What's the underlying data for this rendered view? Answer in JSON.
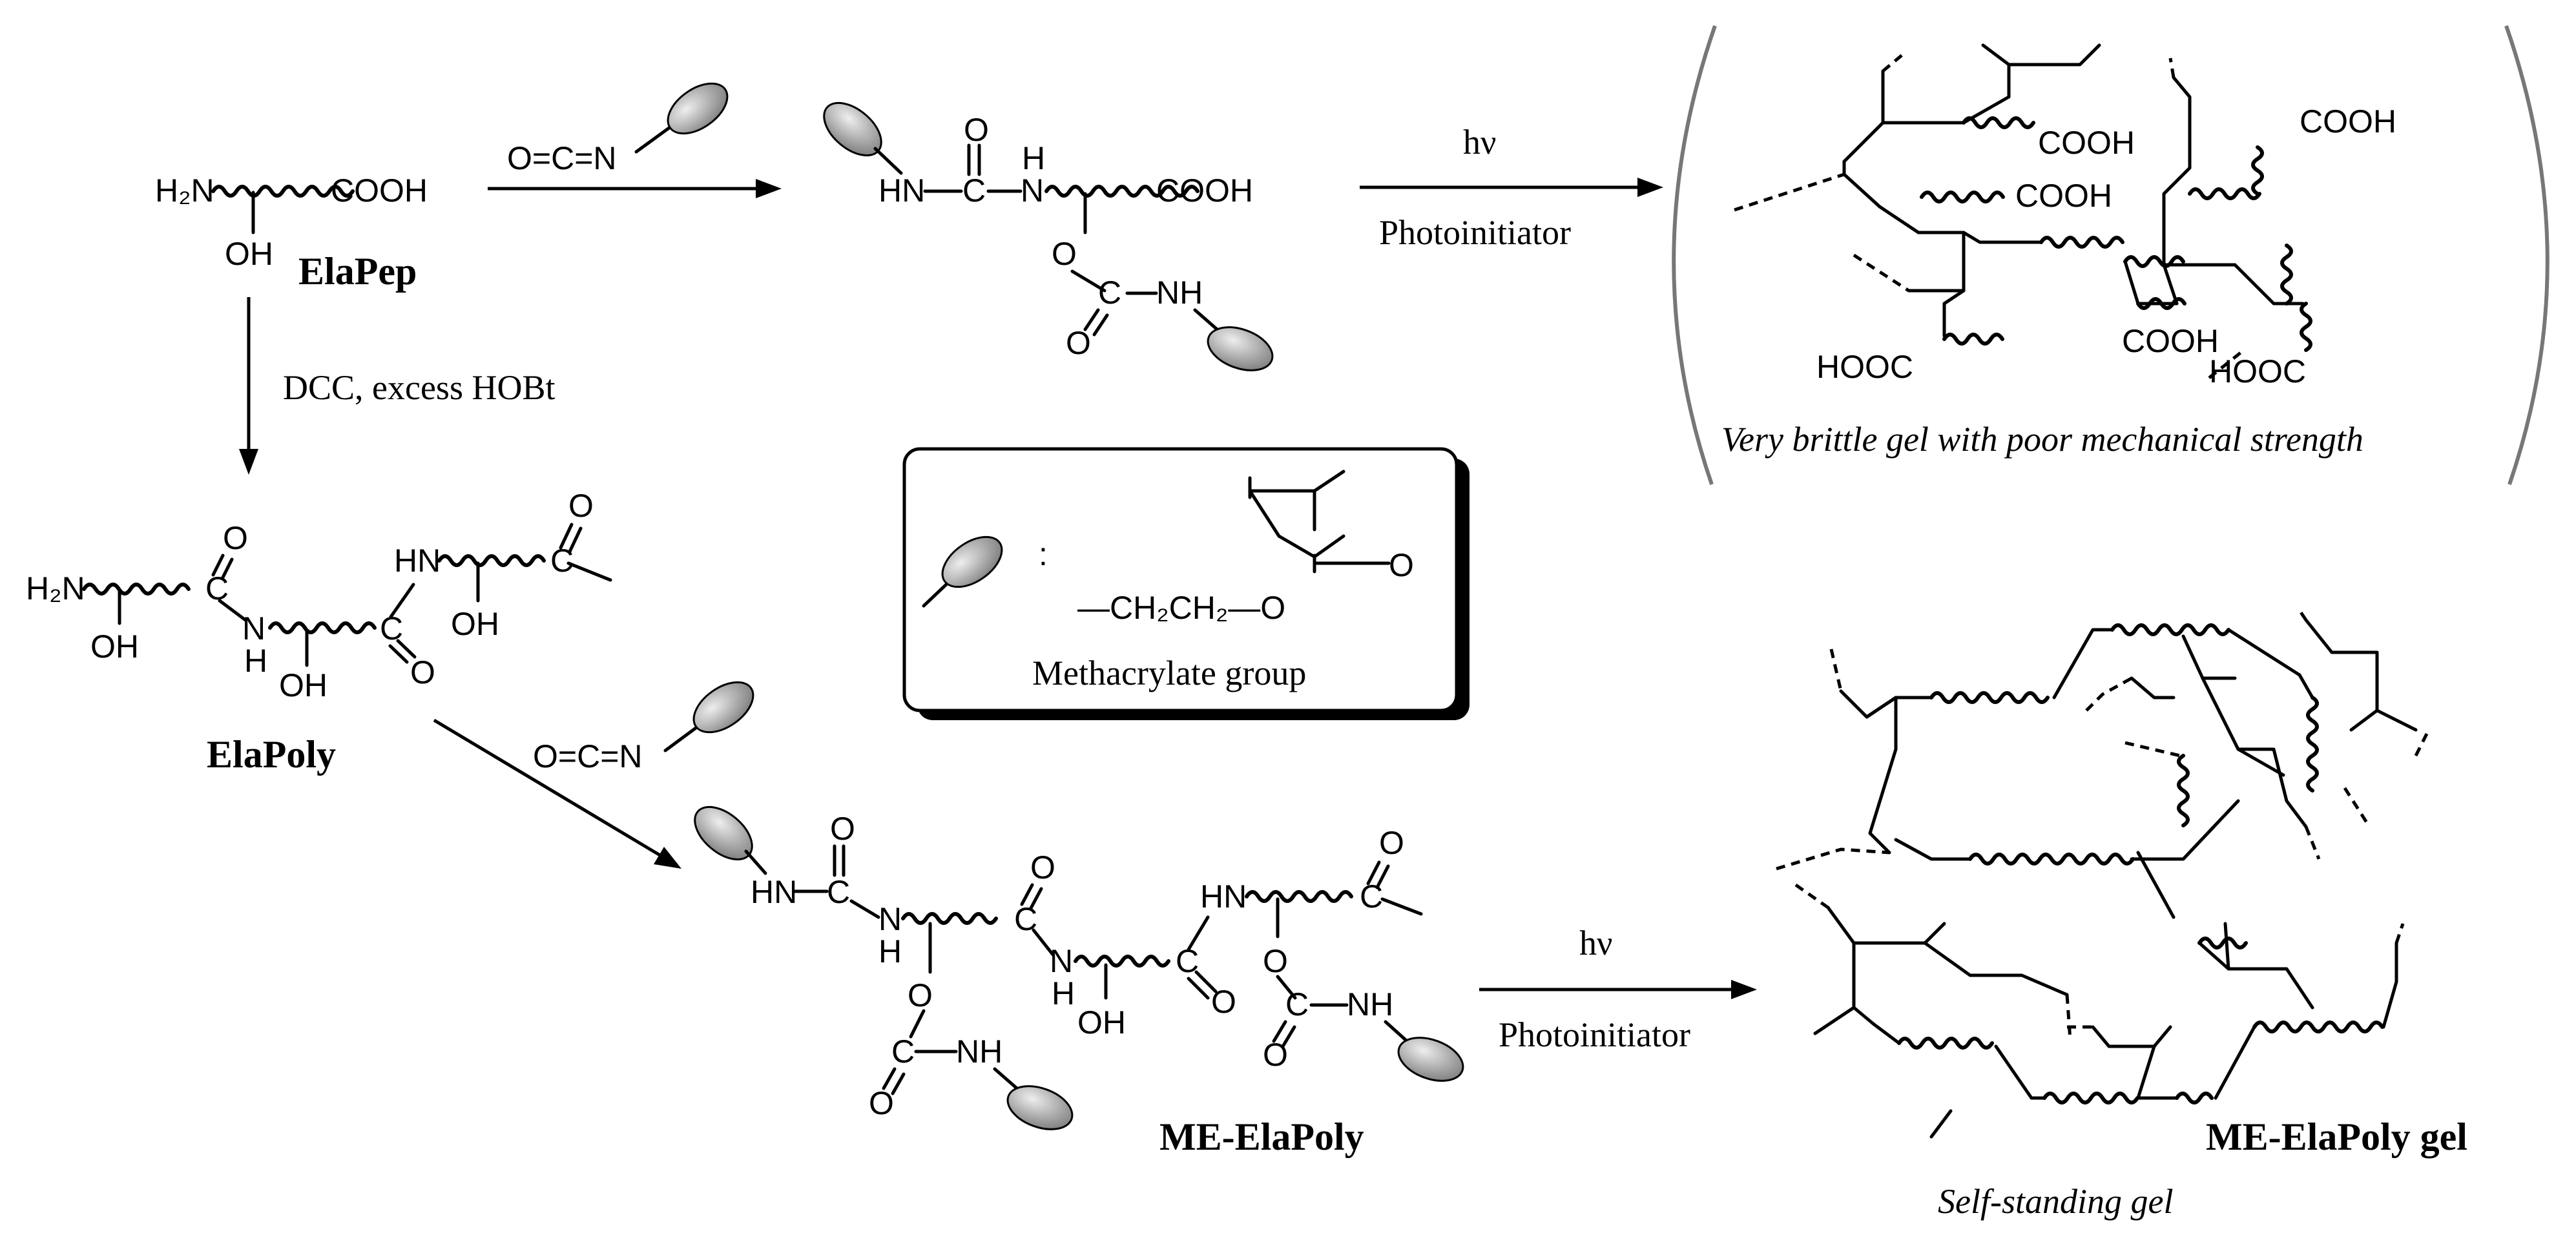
{
  "labels": {
    "elapep": "ElaPep",
    "elapoly": "ElaPoly",
    "me_elapoly": "ME-ElaPoly",
    "me_elapoly_gel": "ME-ElaPoly gel"
  },
  "conditions": {
    "dcc_hobt": "DCC, excess HOBt",
    "hv_top": "hν",
    "photoinitiator_top": "Photoinitiator",
    "hv_bottom": "hν",
    "photoinitiator_bottom": "Photoinitiator"
  },
  "captions": {
    "brittle_gel": "Very brittle gel with poor mechanical strength",
    "self_standing": "Self-standing gel"
  },
  "legend": {
    "colon": ":",
    "ch2ch2o": "—CH₂CH₂—O",
    "o": "O",
    "name": "Methacrylate group"
  },
  "reagent": {
    "isocyanate": "O=C=N"
  },
  "atoms": {
    "h2n": "H₂N",
    "oh": "OH",
    "cooh": "COOH",
    "hooc": "HOOC",
    "hn": "HN",
    "nh": "NH",
    "n": "N",
    "h": "H",
    "c": "C",
    "o": "O"
  },
  "colors": {
    "ink": "#000000",
    "parenthesis": "#777777",
    "methacrylate_blob_light": "#eeeeee",
    "methacrylate_blob_dark": "#7a7a7a"
  }
}
